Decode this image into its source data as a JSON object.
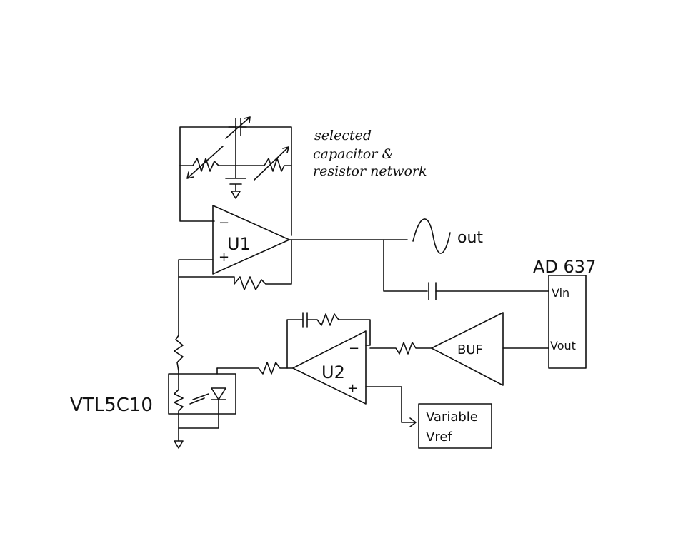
{
  "notes": {
    "line1": "selected",
    "line2": "capacitor &",
    "line3": "resistor network"
  },
  "labels": {
    "u1": "U1",
    "u1_minus": "−",
    "u1_plus": "+",
    "u2": "U2",
    "u2_minus": "−",
    "u2_plus": "+",
    "buf": "BUF",
    "out": "out",
    "ad637": "AD 637",
    "vin": "Vin",
    "vout": "Vout",
    "vtl": "VTL5C10",
    "vref_line1": "Variable",
    "vref_line2": "Vref"
  }
}
